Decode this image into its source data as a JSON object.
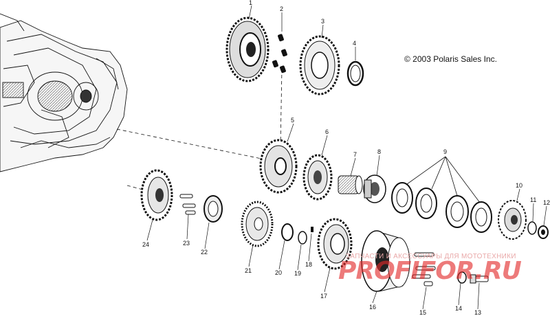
{
  "copyright": "© 2003 Polaris Sales Inc.",
  "watermark": {
    "caption": "ЗАПЧАСТИ И АКСЕССУАРЫ ДЛЯ МОТОТЕХНИКИ",
    "site": "PROFIFOR.RU",
    "color": "#e02020"
  },
  "callouts": [
    "1",
    "2",
    "3",
    "4",
    "5",
    "6",
    "7",
    "8",
    "9",
    "10",
    "11",
    "12",
    "13",
    "14",
    "15",
    "16",
    "17",
    "18",
    "19",
    "20",
    "21",
    "22",
    "23",
    "24"
  ],
  "colors": {
    "line": "#111111",
    "shade": "#9a9a9a",
    "watermark": "#e02020"
  }
}
